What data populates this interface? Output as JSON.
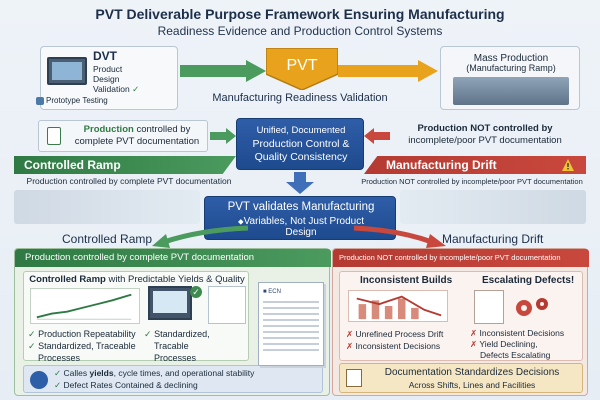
{
  "title": {
    "line1": "PVT Deliverable Purpose Framework Ensuring Manufacturing",
    "line2": "Readiness Evidence and Production Control Systems"
  },
  "dvt": {
    "title": "DVT",
    "sub1": "Product",
    "sub2": "Design",
    "sub3": "Validation",
    "prototype": "Prototype Testing"
  },
  "pvt_badge": "PVT",
  "mrv": "Manufacturing Readiness Validation",
  "mass": {
    "title": "Mass Production",
    "sub": "(Manufacturing Ramp)"
  },
  "prod_controlled": {
    "line1_bold": "Production",
    "line1_rest": " controlled by",
    "line2": "complete PVT documentation"
  },
  "unified": {
    "line1": "Unified, Documented",
    "line2": "Production Control &",
    "line3": "Quality Consistency"
  },
  "prod_not": {
    "line1": "Production NOT controlled by",
    "line2": "incomplete/poor PVT documentation"
  },
  "banners": {
    "controlled_ramp": "Controlled Ramp",
    "manufacturing_drift": "Manufacturing Drift",
    "ctl_caption": "Production controlled by complete PVT documentation",
    "drift_caption": "Production NOT controlled by incomplete/poor PVT documentation"
  },
  "pvt_validates": {
    "line1": "PVT validates Manufacturing",
    "line2": "Variables, Not Just Product",
    "line3": "Design"
  },
  "mid_labels": {
    "controlled_ramp": "Controlled Ramp",
    "manufacturing_drift": "Manufacturing Drift"
  },
  "left_panel": {
    "header": "Production controlled by complete PVT documentation",
    "subtitle_a": "Controlled Ramp",
    "subtitle_b": " with Predictable Yields & Quality",
    "bullets_left": [
      "Production Repeatability",
      "Standardized, Traceable",
      "Processes"
    ],
    "bullets_right": [
      "Standardized,",
      "Tracable",
      "Processes"
    ],
    "foot1_a": "Calles ",
    "foot1_b": "yields",
    "foot1_c": ", cycle times, and operational stability",
    "foot2": "Defect Rates Contained & declining",
    "doc_label": "■ ECN"
  },
  "right_panel": {
    "header": "Production NOT controlled by incomplete/poor PVT documentation",
    "title_left": "Inconsistent Builds",
    "title_right": "Escalating Defects!",
    "bullets_left": [
      "Unrefined Process Drift",
      "Inconsistent Decisions"
    ],
    "bullets_right": [
      "Inconsistent Decisions",
      "Yield Declining,",
      "Defects Escalating"
    ],
    "foot1": "Documentation Standardizes Decisions",
    "foot2": "Across Shifts, Lines and Facilities"
  },
  "colors": {
    "green": "#2f7a44",
    "red": "#b43a32",
    "blue": "#1e4a8e",
    "orange": "#e8a21c"
  }
}
